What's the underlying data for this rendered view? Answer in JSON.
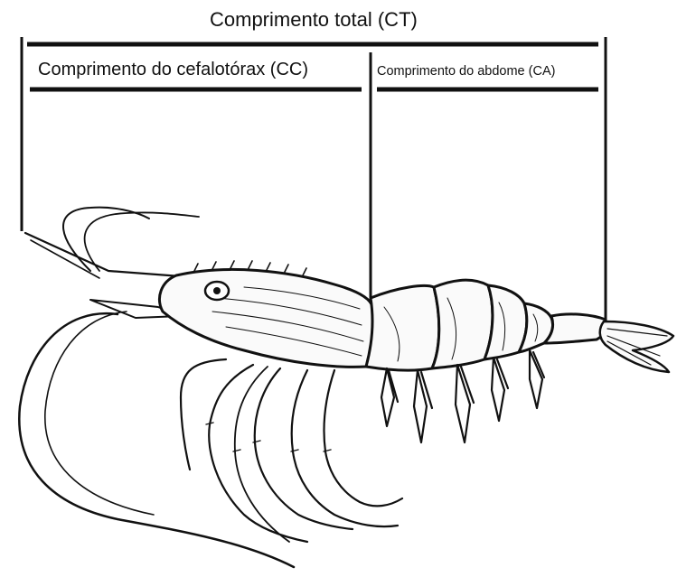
{
  "labels": {
    "total_length": "Comprimento total (CT)",
    "cephalothorax_length": "Comprimento do cefalotórax (CC)",
    "abdomen_length": "Comprimento do abdome (CA)"
  },
  "illustration": {
    "subject": "shrimp",
    "style": "black ink line drawing"
  },
  "colors": {
    "ink": "#111111",
    "background": "#ffffff"
  }
}
